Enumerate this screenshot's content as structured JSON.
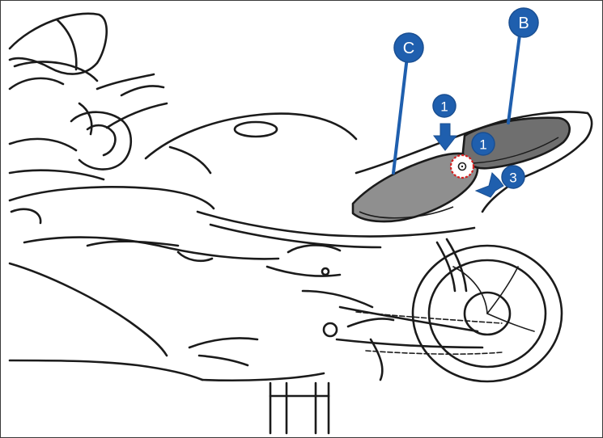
{
  "labels": {
    "front_seat": "C",
    "rear_seat": "B",
    "step_lock": "1",
    "step_lock_rear": "1",
    "step_slide": "3"
  },
  "colors": {
    "callout": "#1f5fae",
    "seat_fill": "#8f8f8f",
    "rear_seat_fill": "#6f6f6f",
    "lock_marker": "#d62020",
    "line_art": "#1b1b1b"
  }
}
